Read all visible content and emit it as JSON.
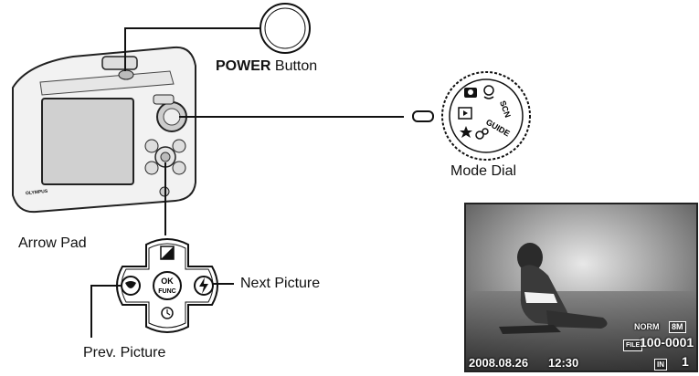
{
  "labels": {
    "power_bold": "POWER",
    "power_rest": " Button",
    "mode_dial": "Mode Dial",
    "arrow_pad": "Arrow Pad",
    "next_picture": "Next Picture",
    "prev_picture": "Prev. Picture"
  },
  "camera": {
    "brand": "OLYMPUS"
  },
  "dial_marks": [
    "GUIDE",
    "SCN"
  ],
  "arrow_pad_center": {
    "line1": "OK",
    "line2": "FUNC"
  },
  "photo": {
    "date": "2008.08.26",
    "time": "12:30",
    "file_number": "100-0001",
    "file_tag": "FILE",
    "quality": "NORM",
    "size": "8M",
    "memory": "IN",
    "frame": "1"
  }
}
